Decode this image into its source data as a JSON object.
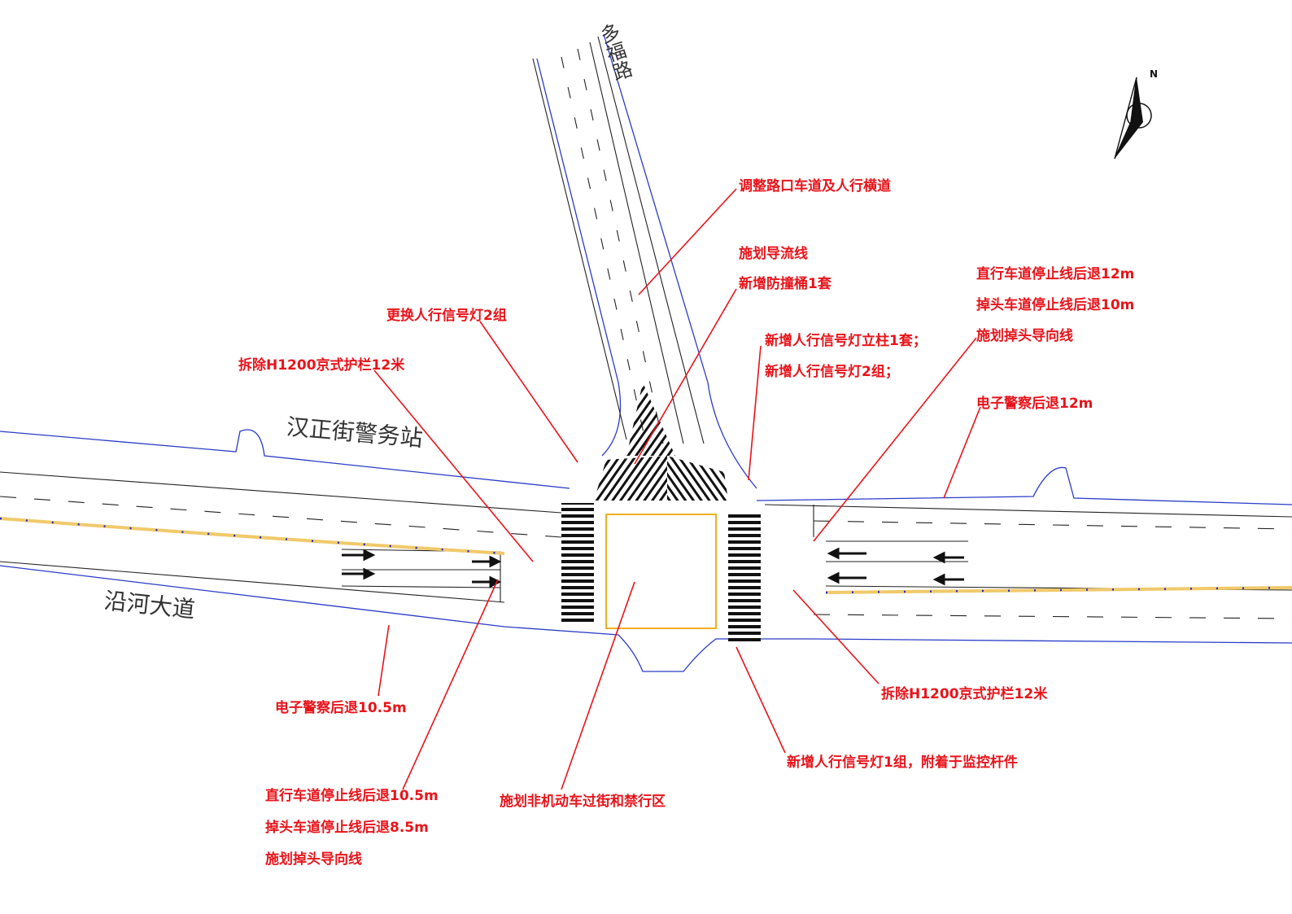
{
  "roads": {
    "north": "多福路",
    "main": "沿河大道",
    "station": "汉正街警务站"
  },
  "compass": "N",
  "annotations": {
    "adjust_lanes": "调整路口车道及人行横道",
    "guide_line": "施划导流线",
    "new_barrier": "新增防撞桶1套",
    "replace_ped_signal": "更换人行信号灯2组",
    "remove_rail_w": "拆除H1200京式护栏12米",
    "new_ped_pole_1": "新增人行信号灯立柱1套；",
    "new_ped_pole_2": "新增人行信号灯2组；",
    "east_straight": "直行车道停止线后退12m",
    "east_uturn": "掉头车道停止线后退10m",
    "east_uturn_guide": "施划掉头导向线",
    "east_police": "电子警察后退12m",
    "west_police": "电子警察后退10.5m",
    "remove_rail_e": "拆除H1200京式护栏12米",
    "west_straight": "直行车道停止线后退10.5m",
    "west_uturn": "掉头车道停止线后退8.5m",
    "west_uturn_guide": "施划掉头导向线",
    "non_motor": "施划非机动车过街和禁行区",
    "new_ped_signal_mon": "新增人行信号灯1组，附着于监控杆件"
  },
  "colors": {
    "annotation": "#e8141b",
    "road_edge": "#2a3cc8",
    "lane_line": "#333333",
    "median": "#f0c96a",
    "non_motor_box": "#f0b020"
  }
}
